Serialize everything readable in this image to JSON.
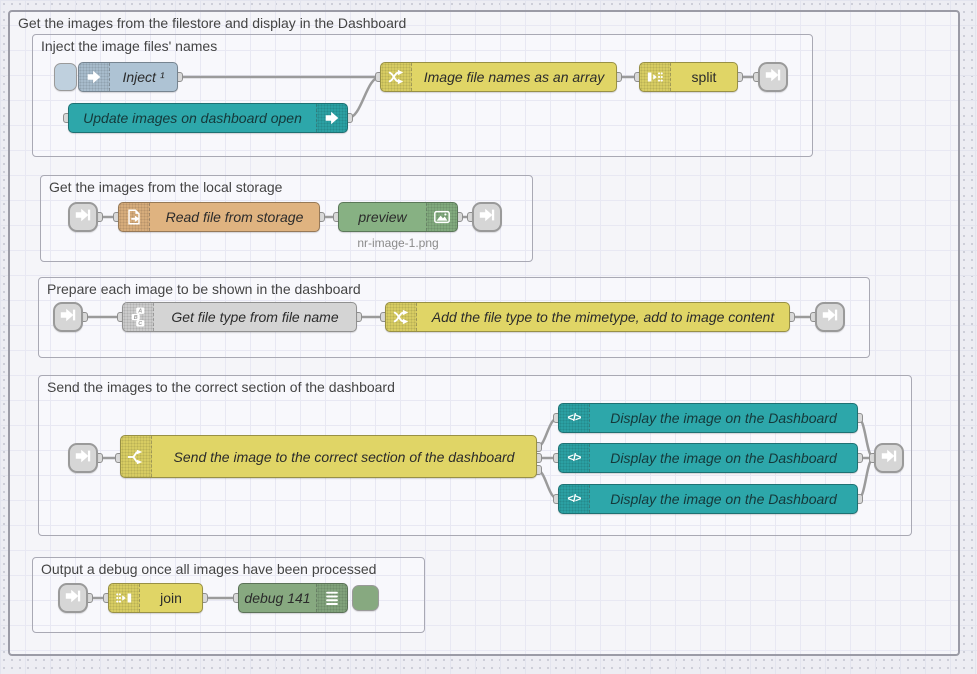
{
  "workspace": {
    "outer_group_label": "Get the images from the filestore and display in the Dashboard"
  },
  "groups": {
    "inject": {
      "label": "Inject the image files' names"
    },
    "storage": {
      "label": "Get the images from the local storage"
    },
    "prepare": {
      "label": "Prepare each image to be shown in the dashboard"
    },
    "send": {
      "label": "Send the images to the correct section of the dashboard"
    },
    "output": {
      "label": "Output a debug once all images have been processed"
    }
  },
  "nodes": {
    "inject": {
      "label": "Inject ¹",
      "icon": "arrow-right-icon"
    },
    "update": {
      "label": "Update images on dashboard open",
      "icon": "arrow-right-icon"
    },
    "filenames": {
      "label": "Image file names as an array",
      "icon": "shuffle-icon"
    },
    "split": {
      "label": "split",
      "icon": "split-icon"
    },
    "readfile": {
      "label": "Read file from storage",
      "icon": "file-out-icon"
    },
    "preview": {
      "label": "preview",
      "icon": "image-icon",
      "status": "nr-image-1.png"
    },
    "filetype": {
      "label": "Get file type from file name",
      "icon": "sort-abc-icon"
    },
    "mimetype": {
      "label": "Add the file type to the mimetype, add to image content",
      "icon": "shuffle-icon"
    },
    "sendimage": {
      "label": "Send the image to the correct section of the dashboard",
      "icon": "switch-fork-icon"
    },
    "display1": {
      "label": "Display the image on the Dashboard",
      "icon": "template-code-icon"
    },
    "display2": {
      "label": "Display the image on the Dashboard",
      "icon": "template-code-icon"
    },
    "display3": {
      "label": "Display the image on the Dashboard",
      "icon": "template-code-icon"
    },
    "join": {
      "label": "join",
      "icon": "join-icon"
    },
    "debug": {
      "label": "debug 141",
      "icon": "debug-list-icon"
    }
  },
  "link_nodes": {
    "in_icon": "link-arrow-icon",
    "out_icon": "link-arrow-icon"
  },
  "colors": {
    "inject_node": "#aec3d4",
    "inject_button": "#bfd0de",
    "dashboard_teal": "#2da7aa",
    "function_yellow": "#e0d566",
    "file_orange": "#dfb380",
    "preview_green": "#87b183",
    "debug_green": "#87a980",
    "grey_node": "#d4d4d4",
    "link_node_grey": "#d6d6d6",
    "wire": "#9b9b9b"
  }
}
